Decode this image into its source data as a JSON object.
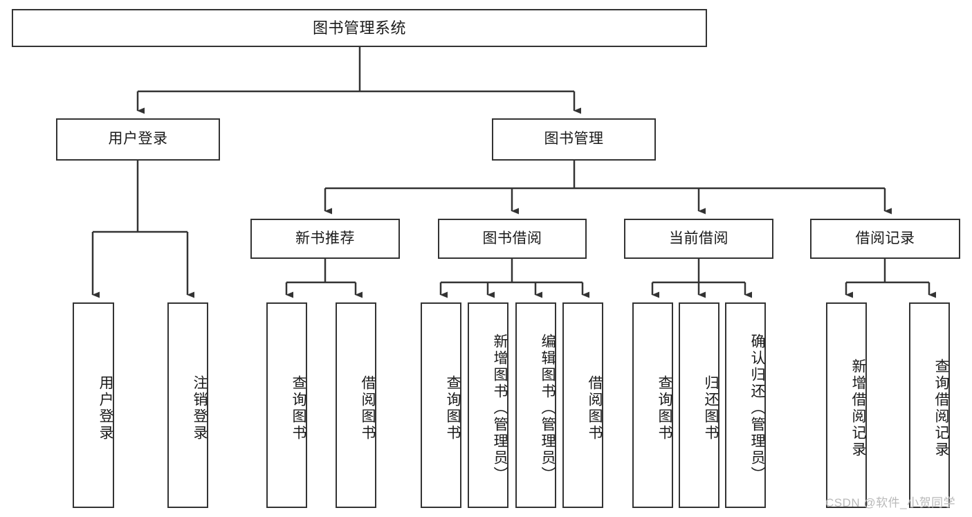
{
  "diagram": {
    "title": "图书管理系统",
    "type": "hierarchy-tree",
    "root": {
      "label": "图书管理系统"
    },
    "level2": [
      {
        "label": "用户登录"
      },
      {
        "label": "图书管理"
      }
    ],
    "level3": [
      {
        "label": "新书推荐"
      },
      {
        "label": "图书借阅"
      },
      {
        "label": "当前借阅"
      },
      {
        "label": "借阅记录"
      }
    ],
    "leaves": {
      "user_login": [
        {
          "label": "用户登录"
        },
        {
          "label": "注销登录"
        }
      ],
      "new_book_recommend": [
        {
          "label": "查询图书"
        },
        {
          "label": "借阅图书"
        }
      ],
      "book_borrow": [
        {
          "label": "查询图书"
        },
        {
          "label": "新增图书（管理员）"
        },
        {
          "label": "编辑图书（管理员）"
        },
        {
          "label": "借阅图书"
        }
      ],
      "current_borrow": [
        {
          "label": "查询图书"
        },
        {
          "label": "归还图书"
        },
        {
          "label": "确认归还（管理员）"
        }
      ],
      "borrow_record": [
        {
          "label": "新增借阅记录"
        },
        {
          "label": "查询借阅记录"
        }
      ]
    }
  },
  "watermark": {
    "text": "CSDN @软件_小贺同学"
  },
  "colors": {
    "stroke": "#333333",
    "box_fill": "#ffffff",
    "text": "#1a1a1a",
    "watermark": "#b9b9b9",
    "background": "#ffffff"
  }
}
